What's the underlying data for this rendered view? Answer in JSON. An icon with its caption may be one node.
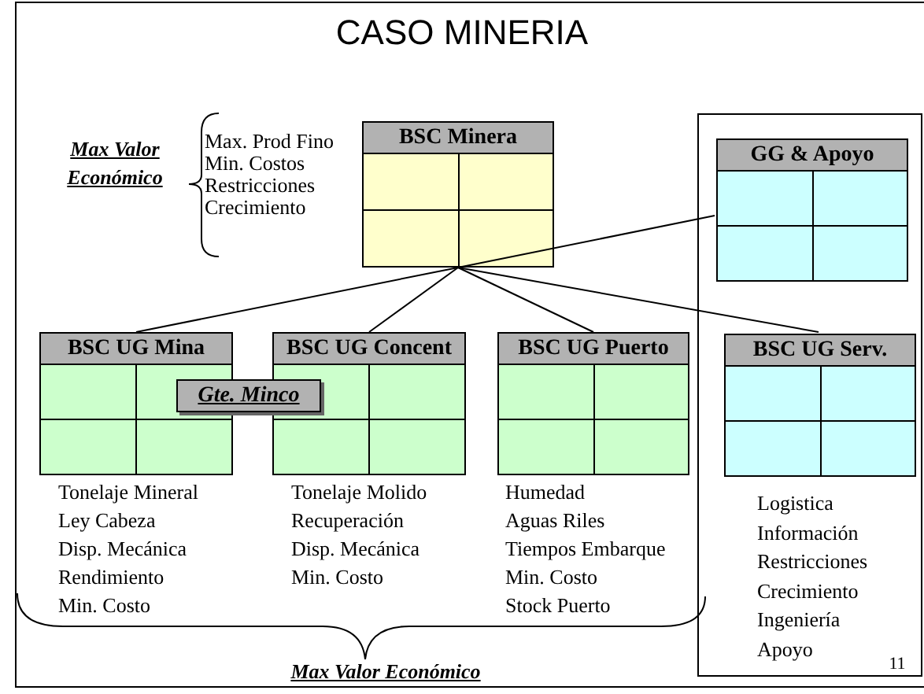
{
  "diagram": {
    "title": "CASO MINERIA",
    "nodes": [
      {
        "text": [
          "BSC Minera"
        ],
        "beside": [
          "Max. Prod Fino",
          "Min. Costos",
          "Restricciones",
          "Crecimiento"
        ]
      },
      {
        "text": [],
        "shape": "box"
      },
      {
        "text": [
          "GG & Apoyo"
        ],
        "in": 1
      },
      {
        "text": [
          "BSC UG Mina"
        ],
        "beside": [
          "Tonelaje Mineral",
          "Ley Cabeza",
          "Disp. Mecánica",
          "Rendimiento",
          "Min. Costo"
        ]
      },
      {
        "text": [
          "Gte. Minco"
        ]
      },
      {
        "text": [
          "BSC UG Concent"
        ],
        "beside": [
          "Tonelaje Molido",
          "Recuperación",
          "Disp. Mecánica",
          "Min. Costo"
        ]
      },
      {
        "text": [
          "BSC UG Puerto"
        ],
        "beside": [
          "Humedad",
          "Aguas Riles",
          "Tiempos Embarque",
          "Min. Costo",
          "Stock Puerto"
        ]
      },
      {
        "text": [
          "BSC UG Serv."
        ],
        "in": 1,
        "beside": [
          "Logistica",
          "Información",
          "Restricciones",
          "Crecimiento",
          "Ingeniería",
          "Apoyo"
        ]
      }
    ],
    "edges": [
      {
        "from": 0,
        "to": 2,
        "arrow": "none"
      },
      {
        "from": 0,
        "to": 3,
        "arrow": "none"
      },
      {
        "from": 0,
        "to": 5,
        "arrow": "none"
      },
      {
        "from": 0,
        "to": 6,
        "arrow": "none"
      },
      {
        "from": 0,
        "to": 7,
        "arrow": "none"
      }
    ],
    "labels": [
      "Max Valor Económico",
      "Max Valor Económico",
      "11"
    ]
  }
}
